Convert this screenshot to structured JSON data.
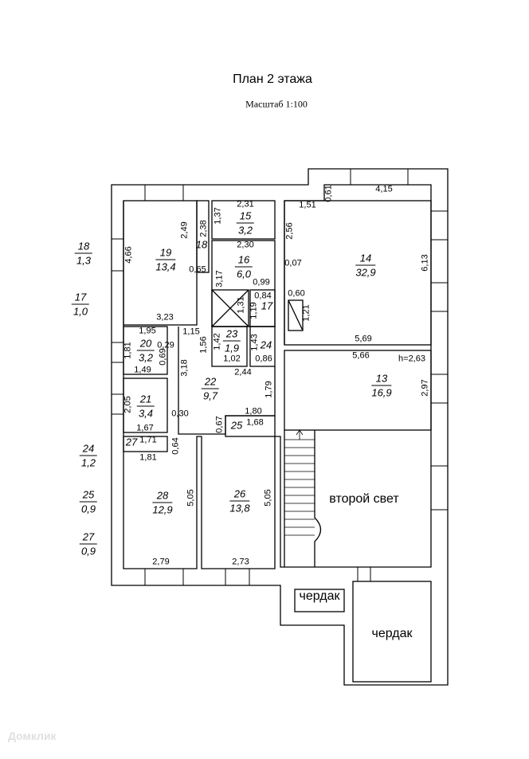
{
  "title": "План 2 этажа",
  "scale": "Масштаб 1:100",
  "rooms": [
    {
      "num": "19",
      "area": "13,4"
    },
    {
      "num": "15",
      "area": "3,2"
    },
    {
      "num": "18"
    },
    {
      "num": "16",
      "area": "6,0"
    },
    {
      "num": "17"
    },
    {
      "num": "14",
      "area": "32,9"
    },
    {
      "num": "20",
      "area": "3,2"
    },
    {
      "num": "23",
      "area": "1,9"
    },
    {
      "num": "24"
    },
    {
      "num": "22",
      "area": "9,7"
    },
    {
      "num": "21",
      "area": "3,4"
    },
    {
      "num": "13",
      "area": "16,9"
    },
    {
      "num": "25"
    },
    {
      "num": "27"
    },
    {
      "num": "28",
      "area": "12,9"
    },
    {
      "num": "26",
      "area": "13,8"
    }
  ],
  "legend": [
    {
      "num": "18",
      "area": "1,3"
    },
    {
      "num": "17",
      "area": "1,0"
    },
    {
      "num": "24",
      "area": "1,2"
    },
    {
      "num": "25",
      "area": "0,9"
    },
    {
      "num": "27",
      "area": "0,9"
    }
  ],
  "dims_h": [
    "2,31",
    "2,30",
    "0,65",
    "0,99",
    "0,84",
    "3,23",
    "1,95",
    "1,15",
    "0,29",
    "1,02",
    "0,86",
    "1,49",
    "2,44",
    "0,30",
    "1,67",
    "1,80",
    "1,68",
    "1,71",
    "1,81",
    "2,79",
    "2,73",
    "1,51",
    "4,15",
    "0,07",
    "0,60",
    "5,69",
    "5,66",
    "h=2,63"
  ],
  "dims_v": [
    "4,66",
    "2,49",
    "2,38",
    "1,37",
    "3,17",
    "1,31",
    "1,19",
    "1,81",
    "0,69",
    "1,56",
    "3,18",
    "1,42",
    "1,43",
    "2,05",
    "1,79",
    "0,67",
    "0,64",
    "5,05",
    "5,05",
    "2,56",
    "0,61",
    "1,21",
    "6,13",
    "2,97"
  ],
  "labels": {
    "second_light": "второй свет",
    "attic_small": "чердак",
    "attic_big": "чердак"
  },
  "watermark": "Домклик"
}
